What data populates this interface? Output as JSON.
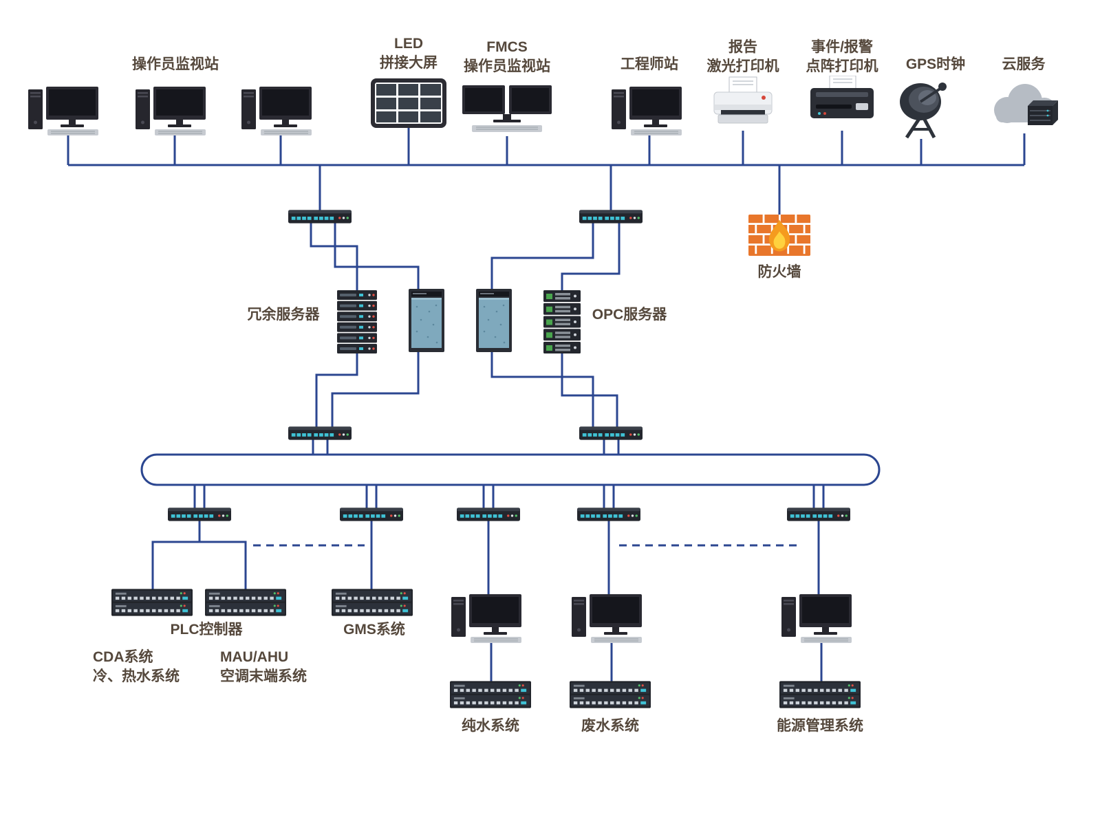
{
  "labels": {
    "operator_station": "操作员监视站",
    "led_wall": [
      "LED",
      "拼接大屏"
    ],
    "fmcs_station": [
      "FMCS",
      "操作员监视站"
    ],
    "engineer_station": "工程师站",
    "laser_printer": [
      "报告",
      "激光打印机"
    ],
    "dot_matrix_printer": [
      "事件/报警",
      "点阵打印机"
    ],
    "gps_clock": "GPS时钟",
    "cloud_service": "云服务",
    "firewall": "防火墙",
    "redundant_server": "冗余服务器",
    "opc_server": "OPC服务器",
    "plc_controller": "PLC控制器",
    "gms_system": "GMS系统",
    "cda_system": [
      "CDA系统",
      "冷、热水系统"
    ],
    "mau_ahu": [
      "MAU/AHU",
      "空调末端系统"
    ],
    "pure_water": "纯水系统",
    "waste_water": "废水系统",
    "energy_mgmt": "能源管理系统"
  },
  "colors": {
    "line": "#2b4690",
    "text": "#55483c",
    "firewall-brick": "#e8762b",
    "flame": "#f59b1e",
    "switch-port": "#3fc1d4"
  },
  "icons": {
    "workstation": "pc-tower-monitor-keyboard",
    "led_wall": "3x3-video-wall",
    "fmcs_station": "dual-monitor-workstation",
    "laser_printer": "laser-printer",
    "dot_matrix_printer": "dot-matrix-printer",
    "gps_clock": "satellite-dish",
    "cloud_service": "cloud-with-server",
    "switch": "ethernet-switch",
    "redundant_server": "rack-server-stack",
    "tower_server": "server-cabinet",
    "opc_server": "rack-server-stack-green",
    "firewall": "brick-wall-with-flame",
    "plc": "plc-io-module"
  }
}
